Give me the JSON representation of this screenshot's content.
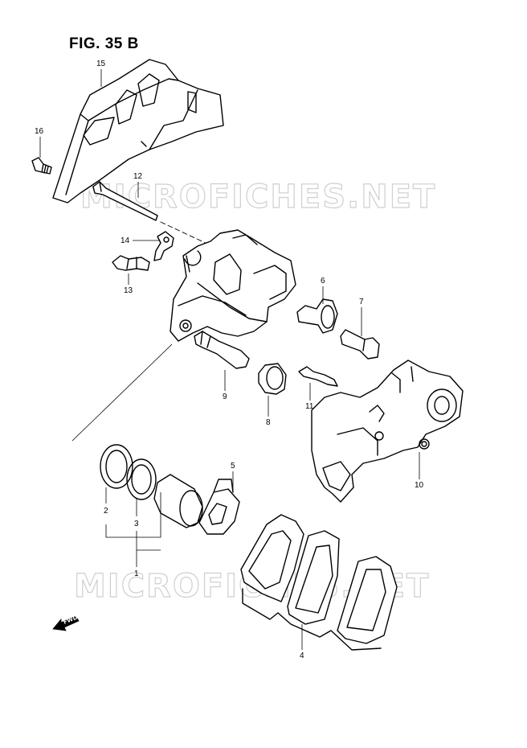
{
  "figure": {
    "title": "FIG. 35 B"
  },
  "watermark": {
    "text": "MICROFICHES.NET"
  },
  "forward_marker": {
    "label": "FWD",
    "icon": "forward-arrow-icon"
  },
  "callouts": [
    {
      "id": "15",
      "part": "caliper-cover"
    },
    {
      "id": "16",
      "part": "cover-bolt"
    },
    {
      "id": "12",
      "part": "pad-pin"
    },
    {
      "id": "14",
      "part": "pin-clip"
    },
    {
      "id": "13",
      "part": "bleeder-valve"
    },
    {
      "id": "6",
      "part": "slide-boot"
    },
    {
      "id": "7",
      "part": "slide-pin-bolt"
    },
    {
      "id": "9",
      "part": "slide-pin"
    },
    {
      "id": "8",
      "part": "dust-boot"
    },
    {
      "id": "11",
      "part": "pad-spring"
    },
    {
      "id": "10",
      "part": "caliper-bracket"
    },
    {
      "id": "5",
      "part": "shim"
    },
    {
      "id": "2",
      "part": "piston-seal"
    },
    {
      "id": "3",
      "part": "dust-seal"
    },
    {
      "id": "1",
      "part": "piston-set"
    },
    {
      "id": "4",
      "part": "brake-pads"
    }
  ]
}
